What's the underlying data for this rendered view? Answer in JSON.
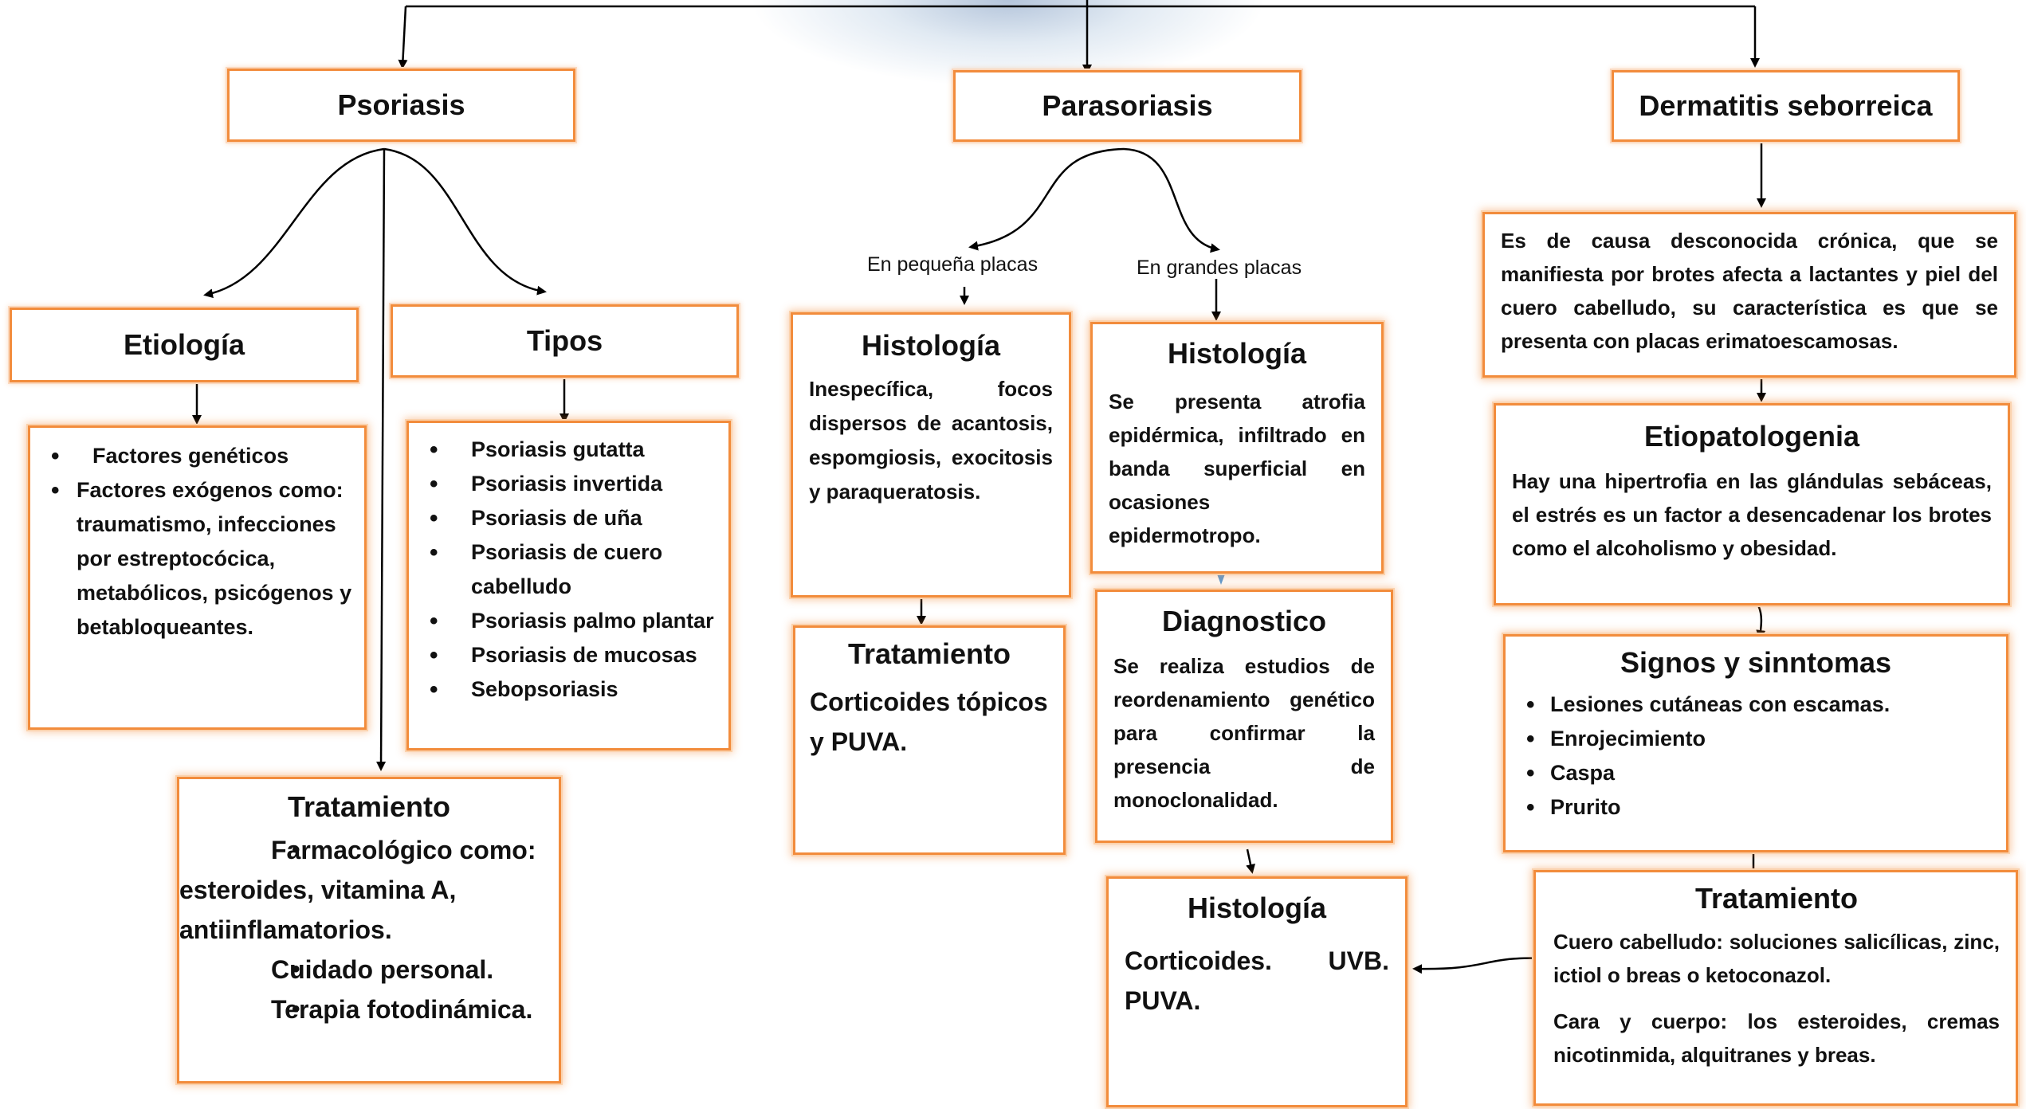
{
  "psoriasis": {
    "title": "Psoriasis",
    "etiologia": {
      "title": "Etiología",
      "items": [
        "Factores genéticos",
        "Factores exógenos como: traumatismo, infecciones por estreptocócica, metabólicos, psicógenos y betabloqueantes."
      ]
    },
    "tipos": {
      "title": "Tipos",
      "items": [
        "Psoriasis gutatta",
        "Psoriasis invertida",
        "Psoriasis de uña",
        "Psoriasis de cuero cabelludo",
        "Psoriasis palmo plantar",
        "Psoriasis de mucosas",
        "Sebopsoriasis"
      ]
    },
    "tratamiento": {
      "title": "Tratamiento",
      "items": [
        "Farmacológico como: esteroides, vitamina A, antiinflamatorios.",
        "Cuidado personal.",
        "Terapia fotodinámica."
      ]
    }
  },
  "parasoriasis": {
    "title": "Parasoriasis",
    "small_label": "En pequeña placas",
    "large_label": "En grandes placas",
    "small": {
      "histologia_title": "Histología",
      "histologia_text": "Inespecífica, focos dispersos de acantosis, espomgiosis, exocitosis y paraqueratosis.",
      "tratamiento_title": "Tratamiento",
      "tratamiento_text": "Corticoides tópicos y PUVA."
    },
    "large": {
      "histologia_title": "Histología",
      "histologia_text": "Se presenta atrofia epidérmica, infiltrado en banda superficial en ocasiones epidermotropo.",
      "diagnostico_title": "Diagnostico",
      "diagnostico_text": "Se realiza estudios de reordenamiento genético para confirmar la presencia de monoclonalidad.",
      "histologia2_title": "Histología",
      "histologia2_text": "Corticoides. UVB. PUVA."
    }
  },
  "dermatitis": {
    "title": "Dermatitis seborreica",
    "description": "Es de causa desconocida crónica, que se manifiesta por brotes afecta a lactantes y piel del cuero cabelludo, su característica es que se presenta con placas erimatoescamosas.",
    "etiopatologenia_title": "Etiopatologenia",
    "etiopatologenia_text": "Hay una hipertrofia en las glándulas sebáceas, el estrés es un factor a desencadenar los brotes como el alcoholismo y obesidad.",
    "signos_title": "Signos y sinntomas",
    "signos_items": [
      "Lesiones cutáneas con escamas.",
      "Enrojecimiento",
      "Caspa",
      "Prurito"
    ],
    "tratamiento_title": "Tratamiento",
    "tratamiento_text1": "Cuero cabelludo: soluciones salicílicas, zinc, ictiol o breas o ketoconazol.",
    "tratamiento_text2": "Cara y cuerpo: los esteroides, cremas nicotinmida, alquitranes y breas."
  }
}
